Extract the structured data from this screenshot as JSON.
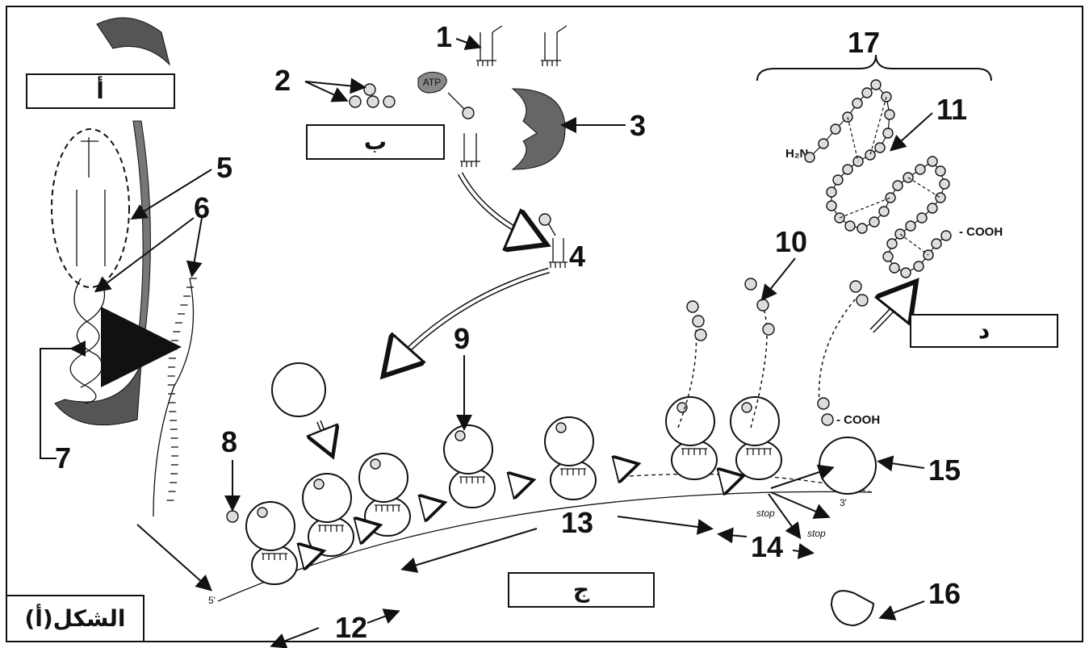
{
  "figure": {
    "caption": "الشكل(أ)",
    "section_labels": {
      "a": "أ",
      "b": "ب",
      "c": "ج",
      "d": "د"
    },
    "numbers": [
      "1",
      "2",
      "3",
      "4",
      "5",
      "6",
      "7",
      "8",
      "9",
      "10",
      "11",
      "12",
      "13",
      "14",
      "15",
      "16",
      "17"
    ],
    "annotations": {
      "atp": "ATP",
      "amino_end": "H₂N-",
      "carboxyl_end": "- COOH",
      "carboxyl_end_2": "- COOH",
      "stop_1": "stop",
      "stop_2": "stop",
      "five_prime": "5'",
      "three_prime": "3'"
    }
  }
}
